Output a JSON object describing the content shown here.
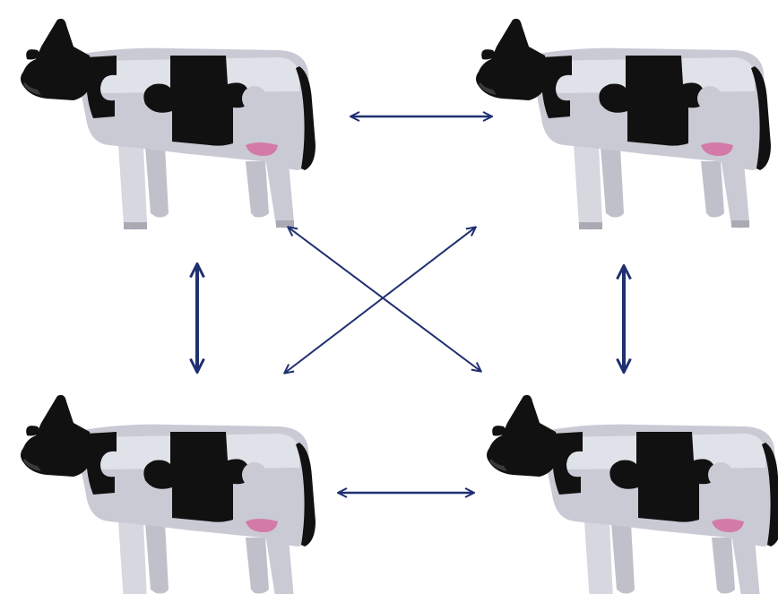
{
  "colors": {
    "background": "#ffffff",
    "cow_black": "#111111",
    "cow_white": "#c9cad4",
    "cow_shade": "#e6e7ee",
    "udder": "#d47aa8",
    "arrow": "#1f2f70"
  },
  "diagram": {
    "nodes": [
      {
        "id": "cow-top-left",
        "icon": "puzzle-cow-icon"
      },
      {
        "id": "cow-top-right",
        "icon": "puzzle-cow-icon"
      },
      {
        "id": "cow-bottom-left",
        "icon": "puzzle-cow-icon"
      },
      {
        "id": "cow-bottom-right",
        "icon": "puzzle-cow-icon"
      }
    ],
    "edges": [
      {
        "from": "cow-top-left",
        "to": "cow-top-right",
        "direction": "both"
      },
      {
        "from": "cow-bottom-left",
        "to": "cow-bottom-right",
        "direction": "both"
      },
      {
        "from": "cow-top-left",
        "to": "cow-bottom-left",
        "direction": "both"
      },
      {
        "from": "cow-top-right",
        "to": "cow-bottom-right",
        "direction": "both"
      },
      {
        "from": "cow-top-left",
        "to": "cow-bottom-right",
        "direction": "both"
      },
      {
        "from": "cow-top-right",
        "to": "cow-bottom-left",
        "direction": "both"
      }
    ]
  }
}
